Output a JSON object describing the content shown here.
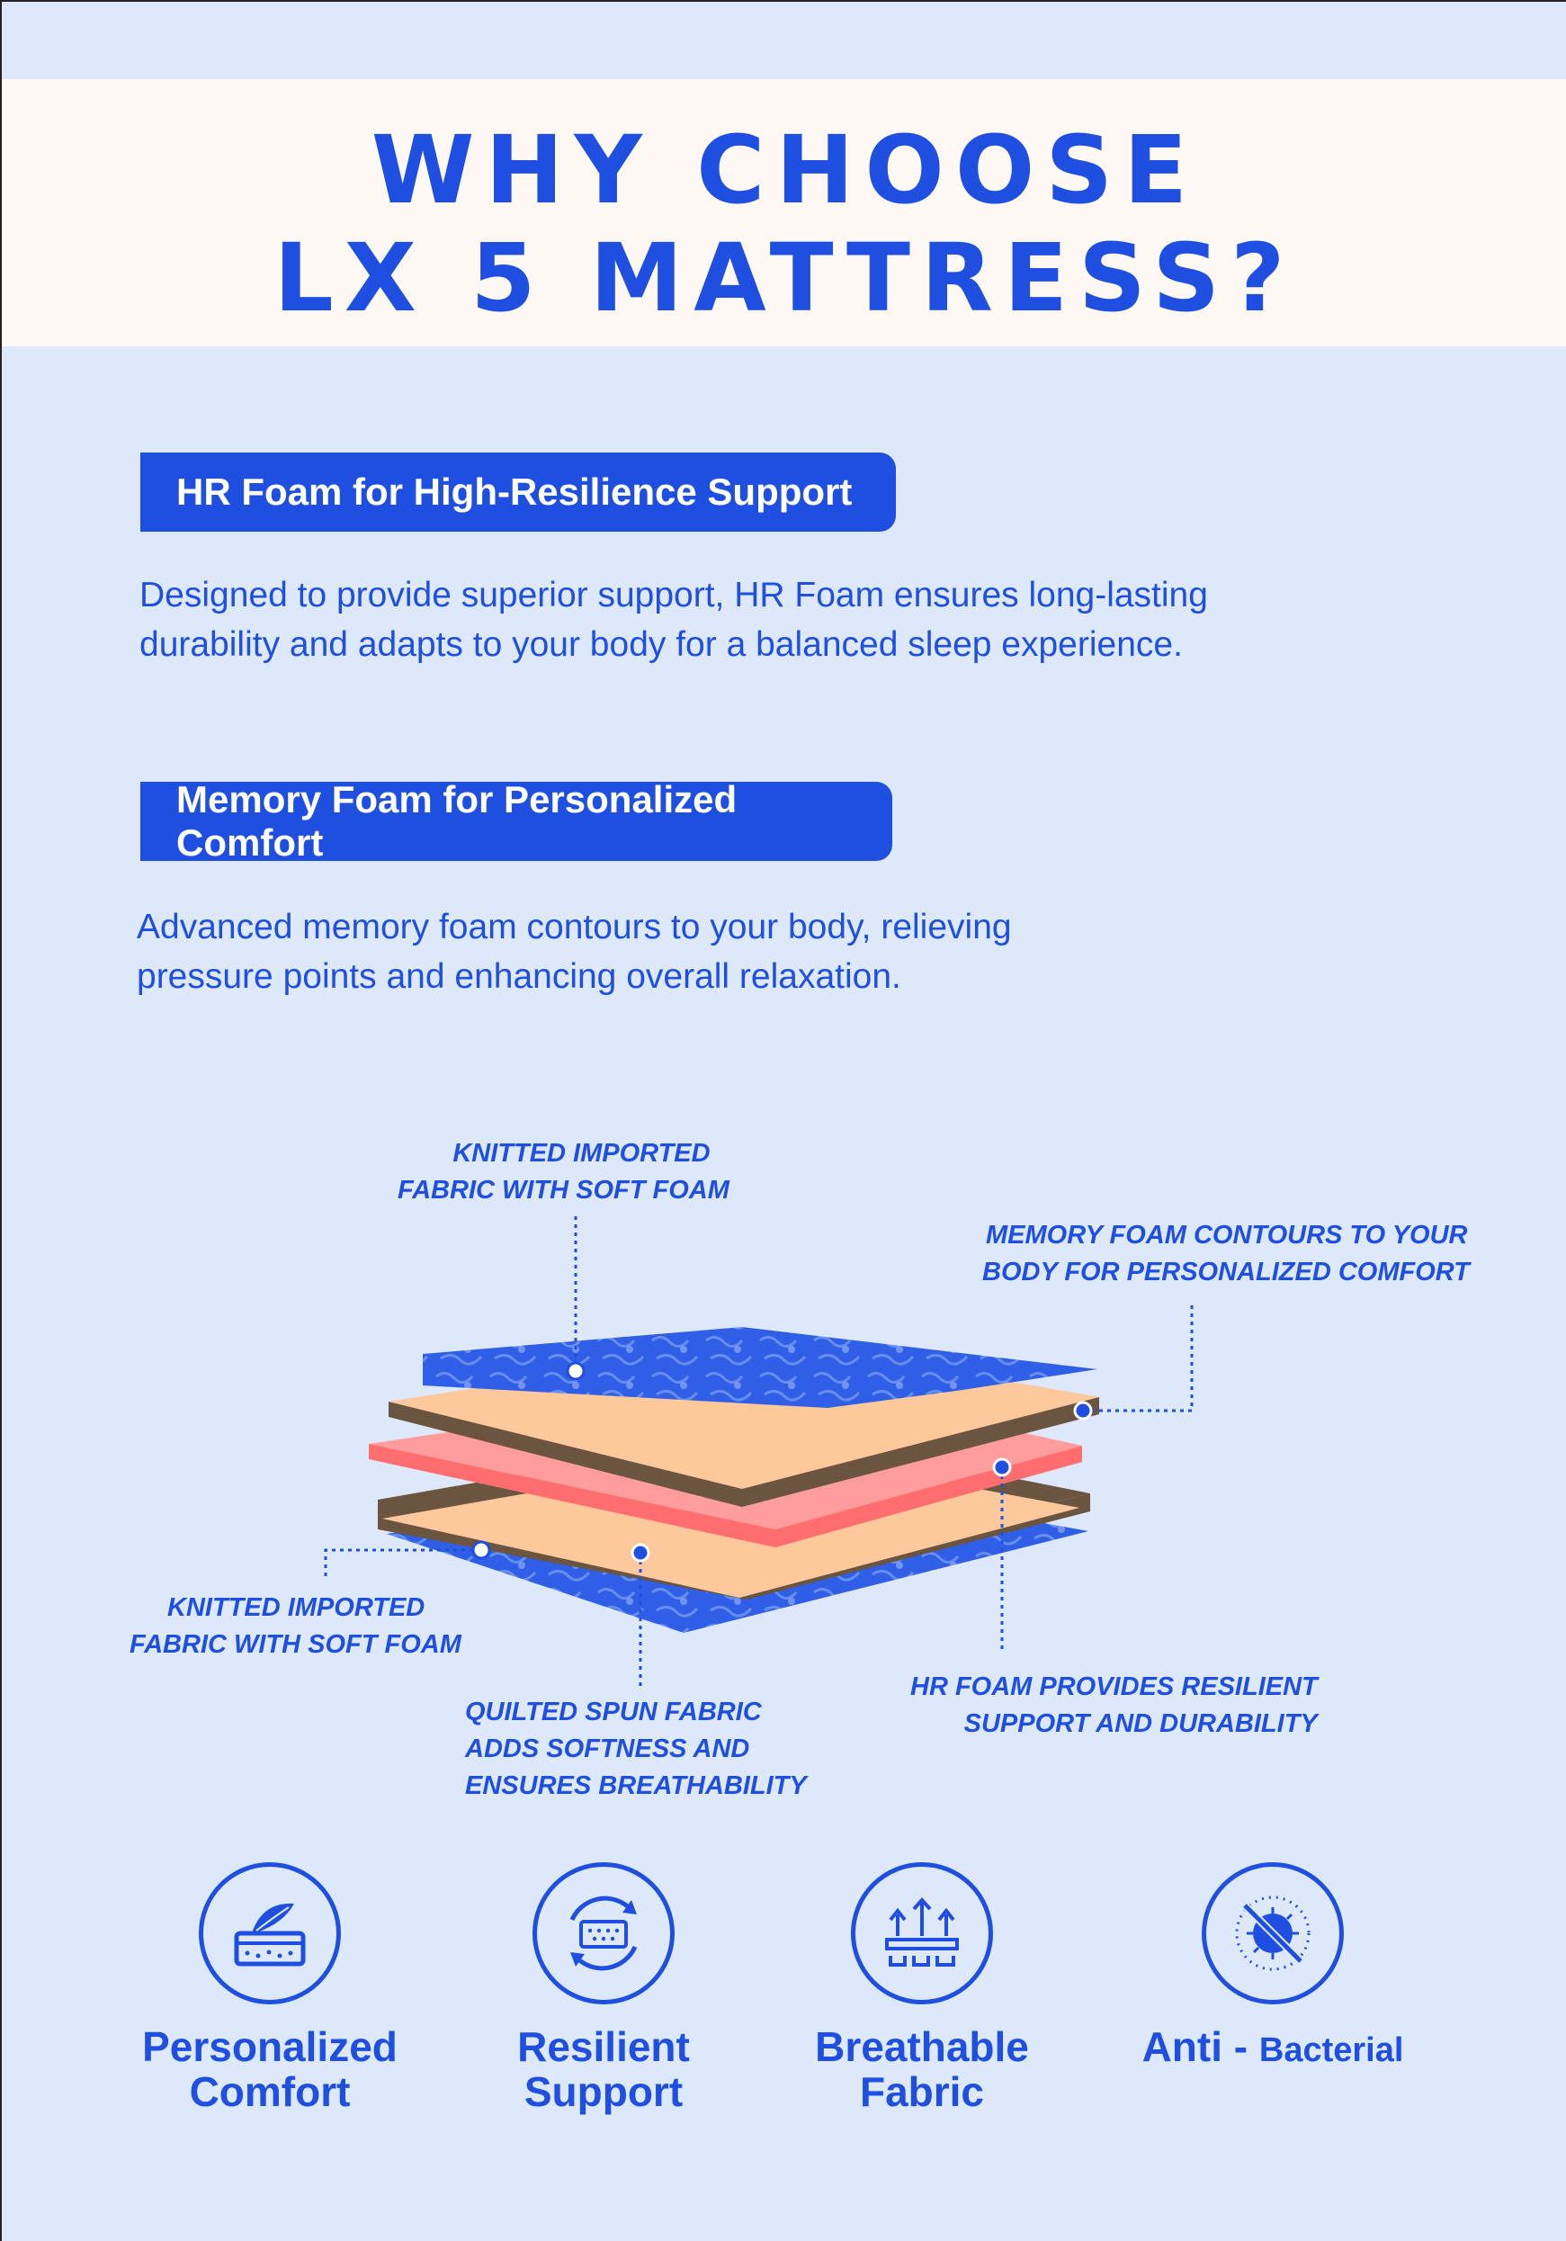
{
  "header": {
    "title_line1": "WHY CHOOSE",
    "title_line2": "LX 5 MATTRESS?"
  },
  "sections": [
    {
      "tag": "HR Foam for High-Resilience Support",
      "line1": "Designed to provide superior support, HR Foam ensures long-lasting",
      "line2": "durability and adapts to your body for a balanced sleep experience."
    },
    {
      "tag": "Memory Foam for Personalized Comfort",
      "line1": "Advanced memory foam contours to your body, relieving",
      "line2": "pressure points and enhancing overall relaxation."
    }
  ],
  "callouts": {
    "top_fabric": [
      "KNITTED IMPORTED",
      "FABRIC WITH SOFT FOAM"
    ],
    "memory_foam": [
      "MEMORY FOAM CONTOURS TO YOUR",
      "BODY FOR PERSONALIZED COMFORT"
    ],
    "bottom_fabric": [
      "KNITTED IMPORTED",
      "FABRIC WITH SOFT FOAM"
    ],
    "quilted": [
      "QUILTED SPUN FABRIC",
      "ADDS SOFTNESS AND",
      "ENSURES BREATHABILITY"
    ],
    "hr_foam": [
      "HR FOAM PROVIDES RESILIENT",
      "SUPPORT AND DURABILITY"
    ]
  },
  "features": [
    {
      "icon": "mattress-feather-icon",
      "line1": "Personalized",
      "line2": "Comfort"
    },
    {
      "icon": "mattress-cycle-icon",
      "line1": "Resilient",
      "line2": "Support"
    },
    {
      "icon": "airflow-arrows-icon",
      "line1": "Breathable",
      "line2": "Fabric"
    },
    {
      "icon": "no-bacteria-icon",
      "line1": "Anti - ",
      "line2": "Bacterial"
    }
  ],
  "colors": {
    "brand_blue": "#1f4fe0",
    "background": "#dde8fb",
    "title_band": "#fdf8f3",
    "foam_peach": "#fcc89c",
    "foam_brown": "#6b5440",
    "memory_pink": "#ff8f8f"
  }
}
